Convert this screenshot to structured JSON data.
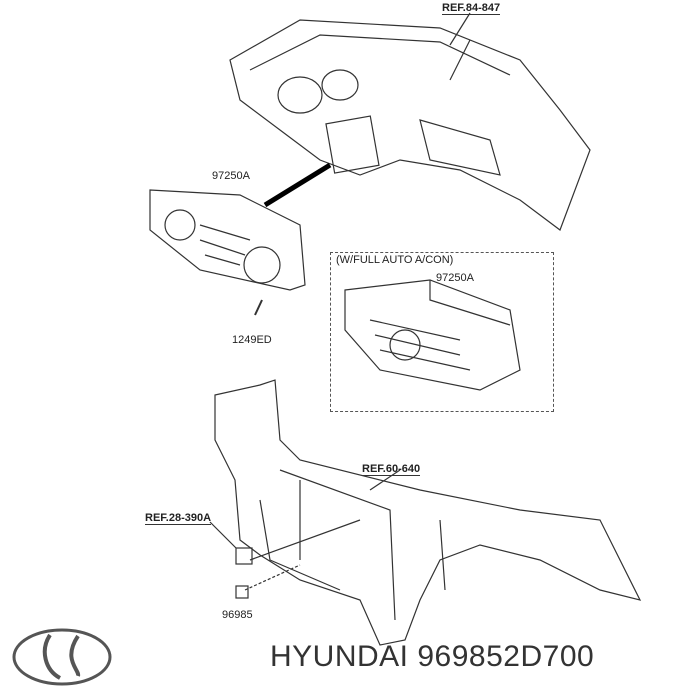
{
  "labels": {
    "ref_dashboard": "REF.84-847",
    "part_control_main": "97250A",
    "option_box_title": "(W/FULL AUTO A/CON)",
    "part_control_auto": "97250A",
    "part_screw": "1249ED",
    "ref_carrier": "REF.60-640",
    "ref_sensor": "REF.28-390A",
    "part_sensor": "96985"
  },
  "footer": {
    "brand": "HYUNDAI",
    "part_number": "969852D700"
  }
}
